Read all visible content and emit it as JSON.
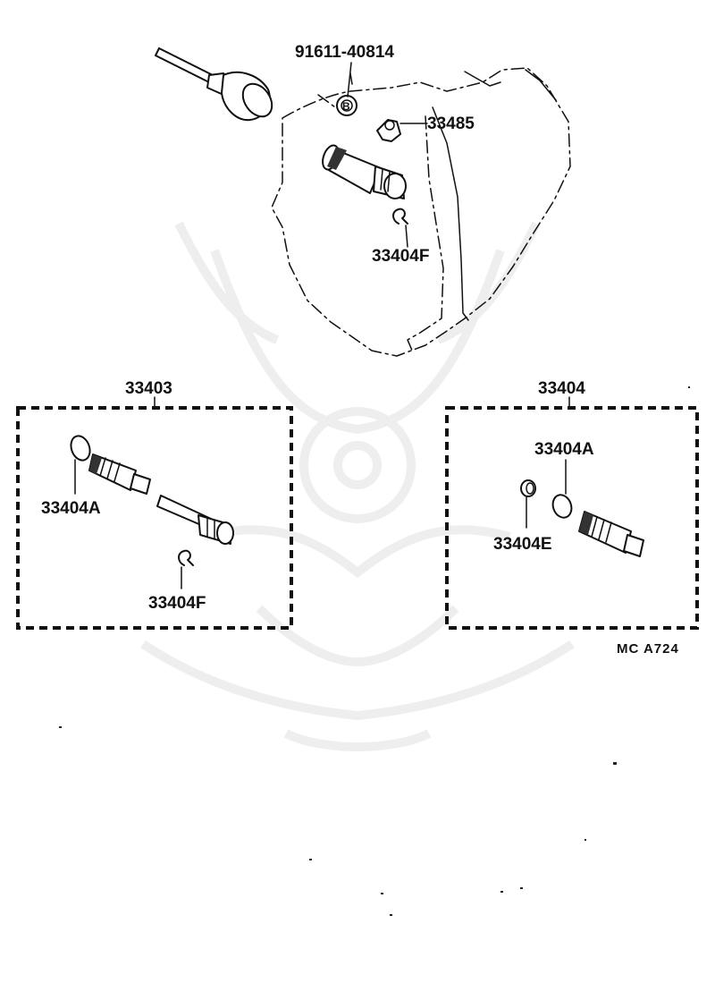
{
  "labels": {
    "bolt": "91611-40814",
    "plate": "33485",
    "clip_top": "33404F",
    "group_left": "33403",
    "group_right": "33404",
    "oring_left": "33404A",
    "clip_left": "33404F",
    "oring_right": "33404A",
    "seal_right": "33404E",
    "bolt_marker": "B"
  },
  "code": "MC  A724"
}
